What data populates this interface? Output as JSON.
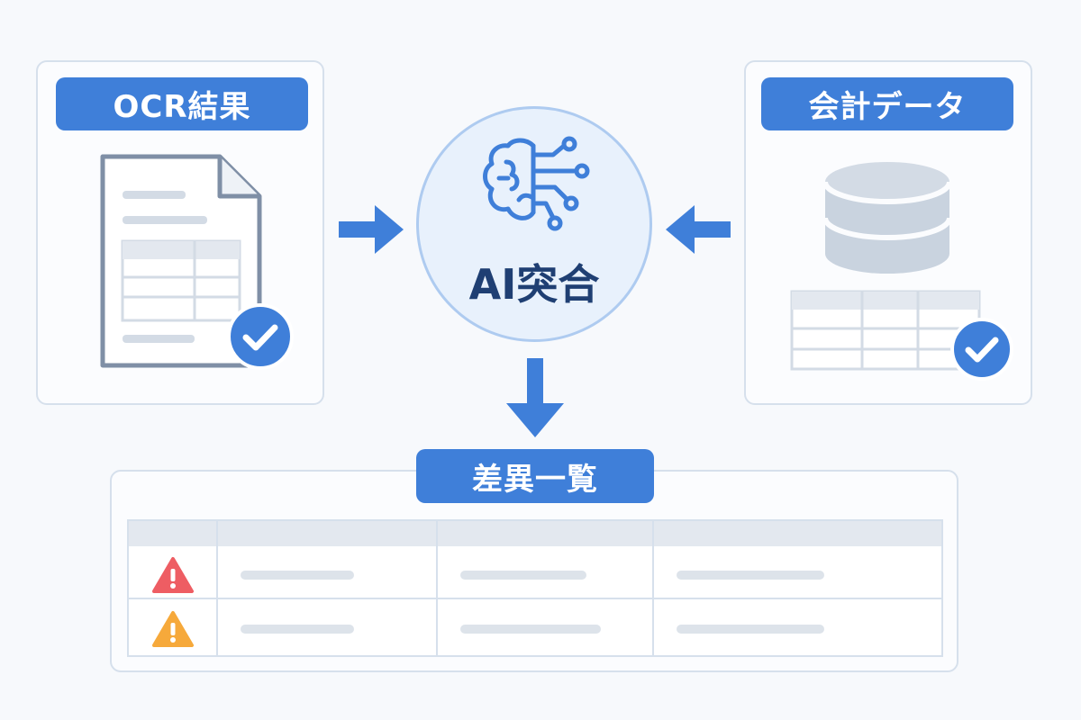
{
  "ocr_panel": {
    "title": "OCR結果"
  },
  "accounting_panel": {
    "title": "会計データ"
  },
  "ai_node": {
    "title": "AI突合"
  },
  "diff_panel": {
    "title": "差異一覧"
  },
  "diff_table": {
    "columns": 4,
    "rows": [
      {
        "status": "error",
        "status_icon": "warning-red-icon"
      },
      {
        "status": "warning",
        "status_icon": "warning-orange-icon"
      }
    ]
  },
  "colors": {
    "accent": "#3f7fd9",
    "accent_dark": "#1f3f73",
    "error": "#ee5d63",
    "warning": "#f6a93b",
    "check": "#3f7fd9"
  }
}
